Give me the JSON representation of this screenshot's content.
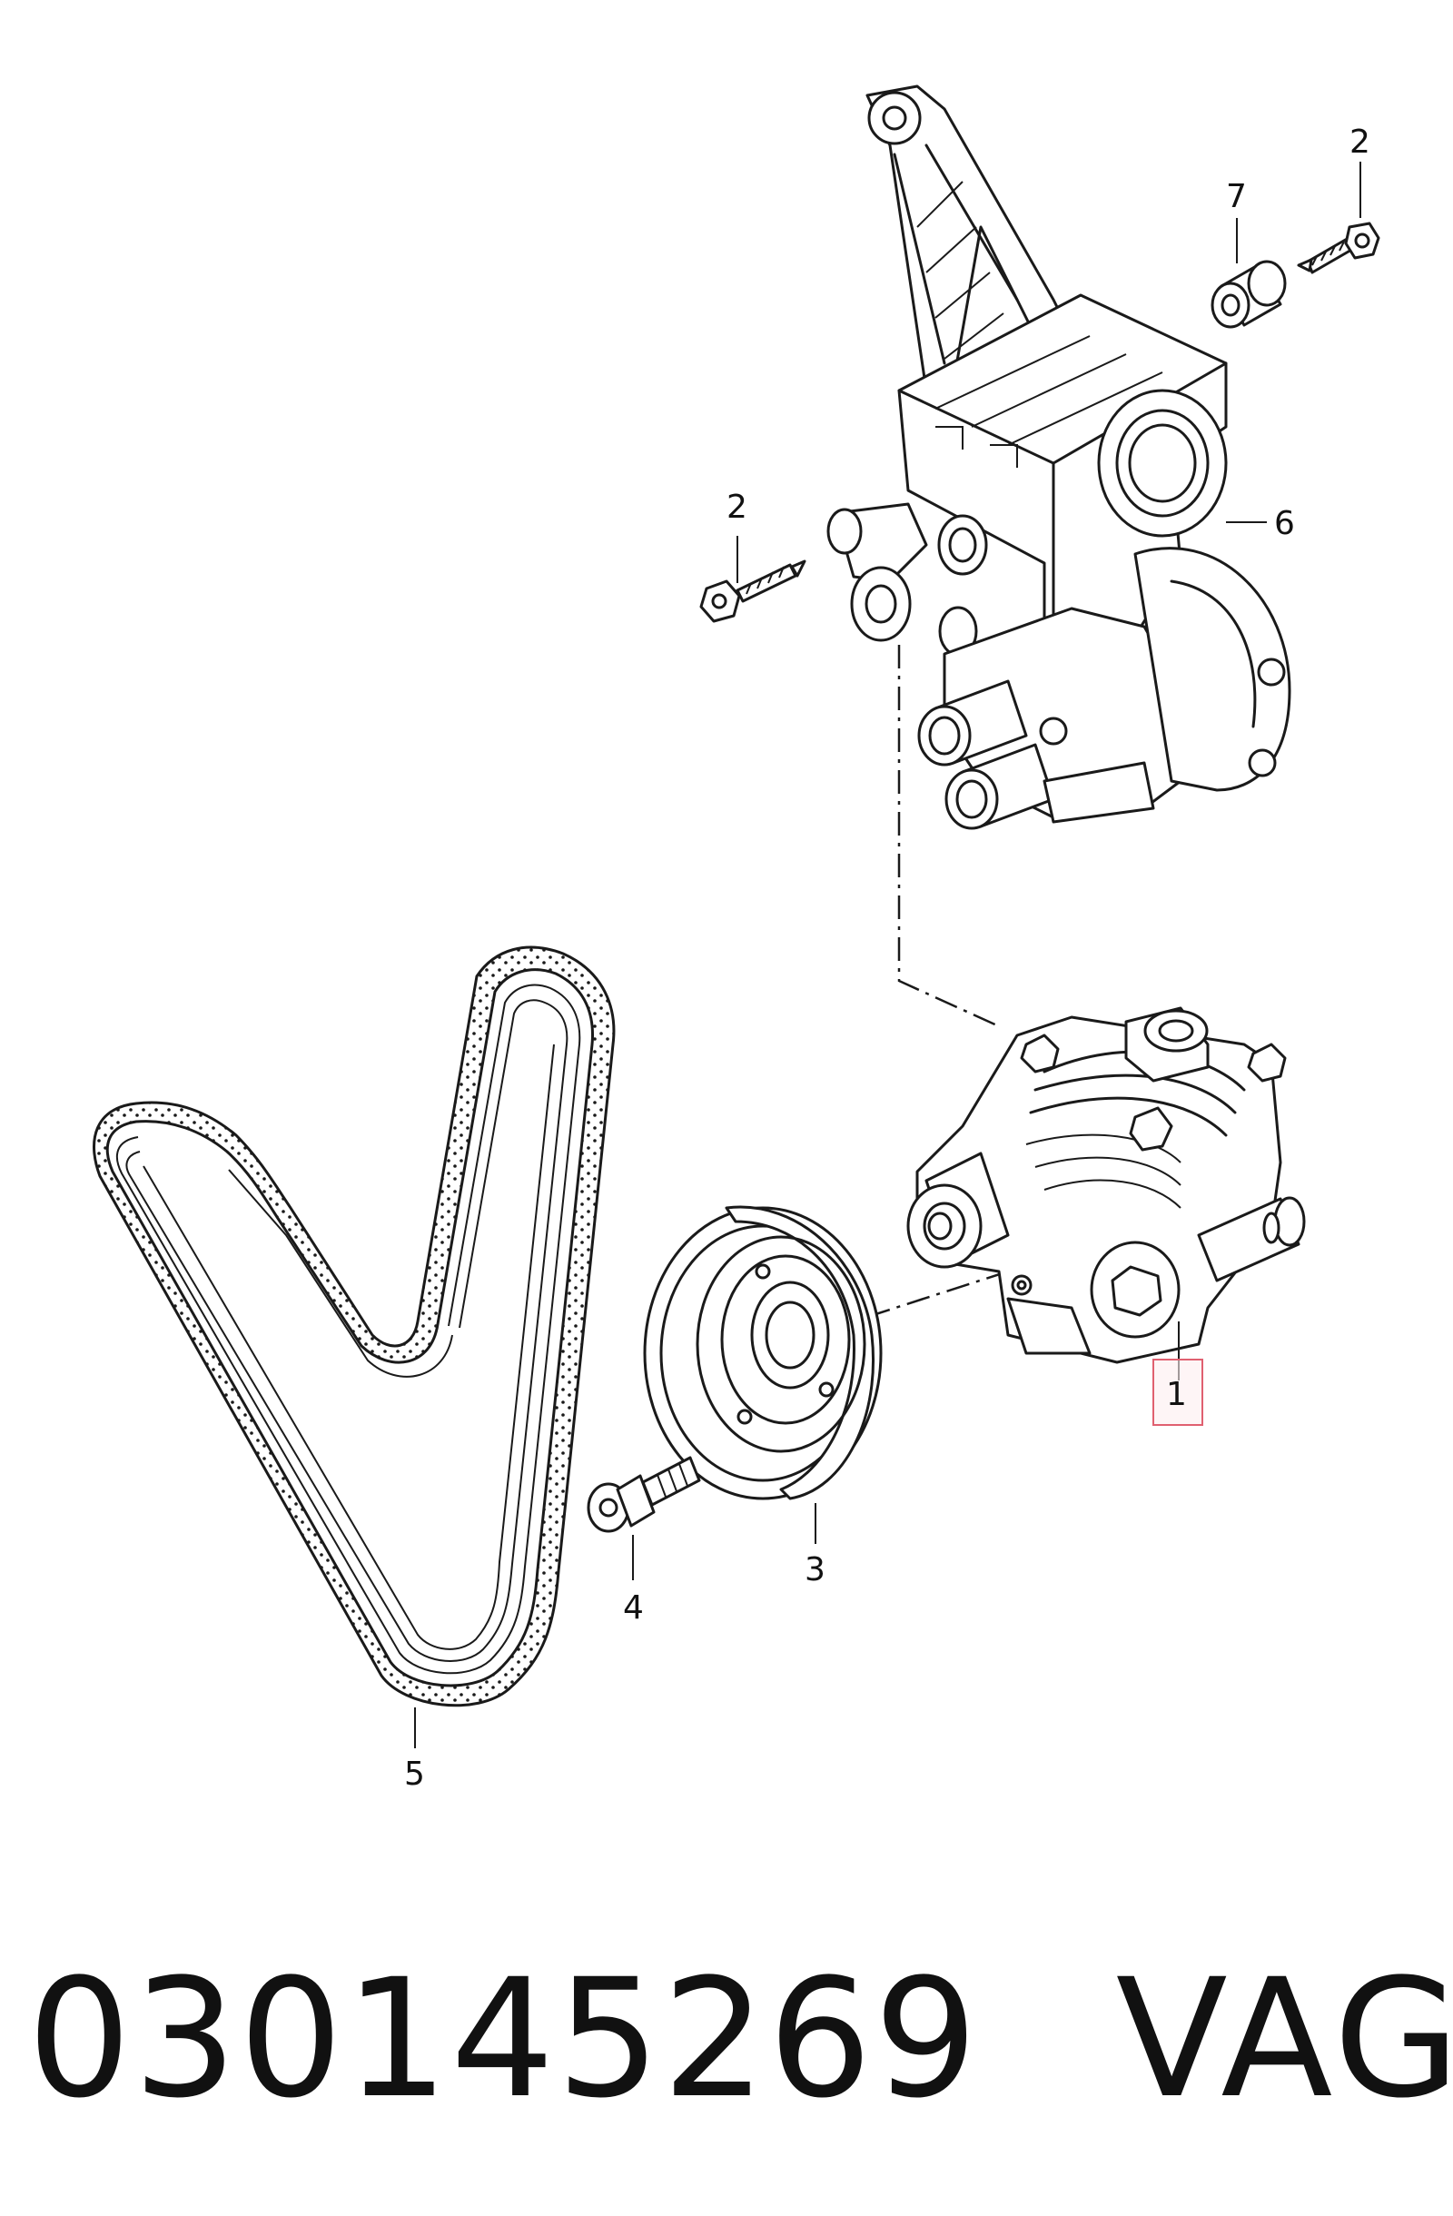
{
  "diagram": {
    "callouts": [
      {
        "id": "1",
        "label": "1"
      },
      {
        "id": "2a",
        "label": "2"
      },
      {
        "id": "2b",
        "label": "2"
      },
      {
        "id": "3",
        "label": "3"
      },
      {
        "id": "4",
        "label": "4"
      },
      {
        "id": "5",
        "label": "5"
      },
      {
        "id": "6",
        "label": "6"
      },
      {
        "id": "7",
        "label": "7"
      }
    ],
    "highlight_color": "#e06070"
  },
  "caption": {
    "part_number": "030145269",
    "brand": "VAG"
  }
}
